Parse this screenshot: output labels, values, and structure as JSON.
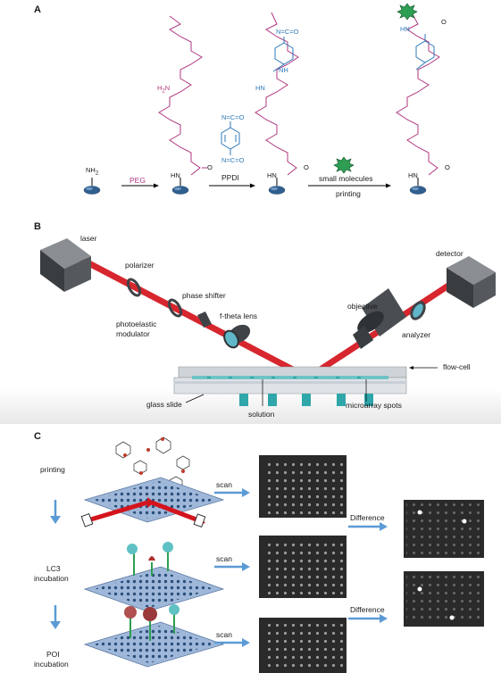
{
  "panels": {
    "a": {
      "label": "A",
      "labels": {
        "nh2": "NH",
        "nh2_sub": "2",
        "peg": "PEG",
        "ppdi": "PPDI",
        "small_molecules": "small molecules",
        "printing": "printing",
        "nco": "N=C=O",
        "hn": "HN",
        "nh": "NH",
        "h2n": "H",
        "o": "O"
      },
      "colors": {
        "peg": "#b0377f",
        "ppdi": "#2f7ab8",
        "arrow": "#000000"
      }
    },
    "b": {
      "label": "B",
      "labels": {
        "laser": "laser",
        "polarizer": "polarizer",
        "phase_shifter": "phase shifter",
        "pem_line1": "photoelastic",
        "pem_line2": "modulator",
        "ftheta": "f-theta lens",
        "objective": "objective",
        "detector": "detector",
        "analyzer": "analyzer",
        "flowcell": "flow-cell",
        "glass_slide": "glass slide",
        "solution": "solution",
        "spots": "microarray spots"
      },
      "colors": {
        "beam": "#d4141c",
        "optics": "#3f4347",
        "spot": "#2fa6a9"
      }
    },
    "c": {
      "label": "C",
      "labels": {
        "printing": "printing",
        "lc3_line1": "LC3",
        "lc3_line2": "incubation",
        "poi_line1": "POI",
        "poi_line2": "incubation",
        "scan": "scan",
        "difference": "Difference"
      },
      "colors": {
        "arrow": "#5b9bd5",
        "slide": "#9fb8da",
        "scan_bg": "#2a2a2a"
      }
    }
  }
}
